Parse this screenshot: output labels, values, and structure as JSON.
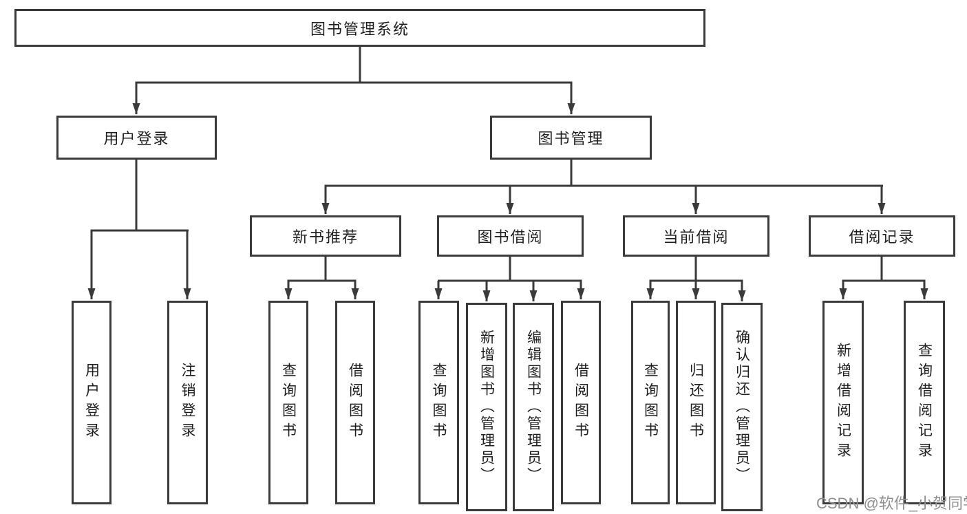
{
  "tree": {
    "root": {
      "label": "图书管理系统"
    },
    "branches": [
      {
        "label": "用户登录",
        "children": [
          {
            "label": "用户登录"
          },
          {
            "label": "注销登录"
          }
        ]
      },
      {
        "label": "图书管理",
        "sections": [
          {
            "label": "新书推荐",
            "children": [
              {
                "label": "查询图书"
              },
              {
                "label": "借阅图书"
              }
            ]
          },
          {
            "label": "图书借阅",
            "children": [
              {
                "label": "查询图书"
              },
              {
                "label": "新增图书（管理员）"
              },
              {
                "label": "编辑图书（管理员）"
              },
              {
                "label": "借阅图书"
              }
            ]
          },
          {
            "label": "当前借阅",
            "children": [
              {
                "label": "查询图书"
              },
              {
                "label": "归还图书"
              },
              {
                "label": "确认归还（管理员）"
              }
            ]
          },
          {
            "label": "借阅记录",
            "children": [
              {
                "label": "新增借阅记录"
              },
              {
                "label": "查询借阅记录"
              }
            ]
          }
        ]
      }
    ]
  },
  "watermark": {
    "text": "CSDN @软件_小贺同学"
  },
  "colors": {
    "line": "#3a3a3a",
    "text": "#1f1f1f",
    "watermark": "#8f8f8f",
    "bg": "#ffffff"
  }
}
